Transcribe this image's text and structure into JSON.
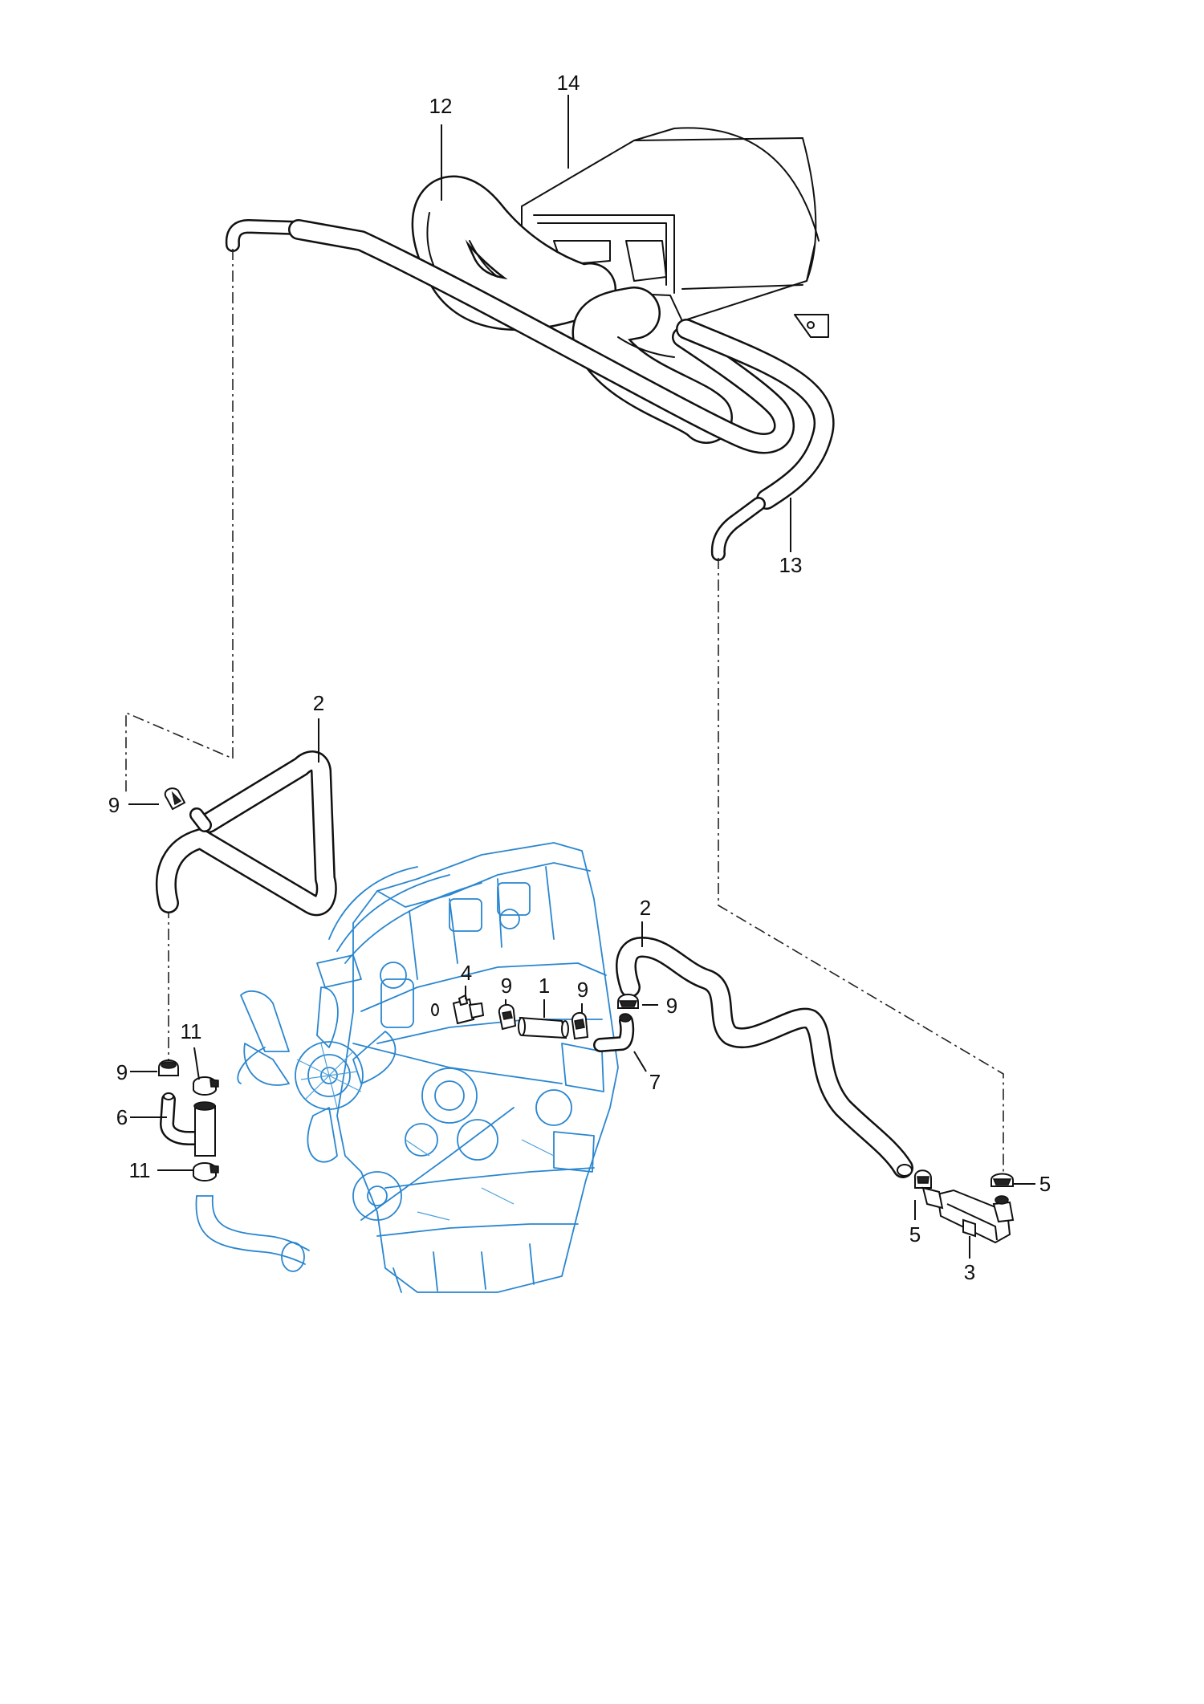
{
  "callouts": {
    "c14": "14",
    "c12": "12",
    "c13": "13",
    "c2_left": "2",
    "c2_right": "2",
    "c9_top_left": "9",
    "c4": "4",
    "c9_center_a": "9",
    "c1": "1",
    "c9_center_b": "9",
    "c9_right": "9",
    "c7": "7",
    "c11_top": "11",
    "c9_mid_left": "9",
    "c6": "6",
    "c11_bottom": "11",
    "c5_right": "5",
    "c5_bottom": "5",
    "c3": "3"
  },
  "colors": {
    "line": "#111111",
    "engine": "#2a86cf",
    "background": "#ffffff"
  }
}
